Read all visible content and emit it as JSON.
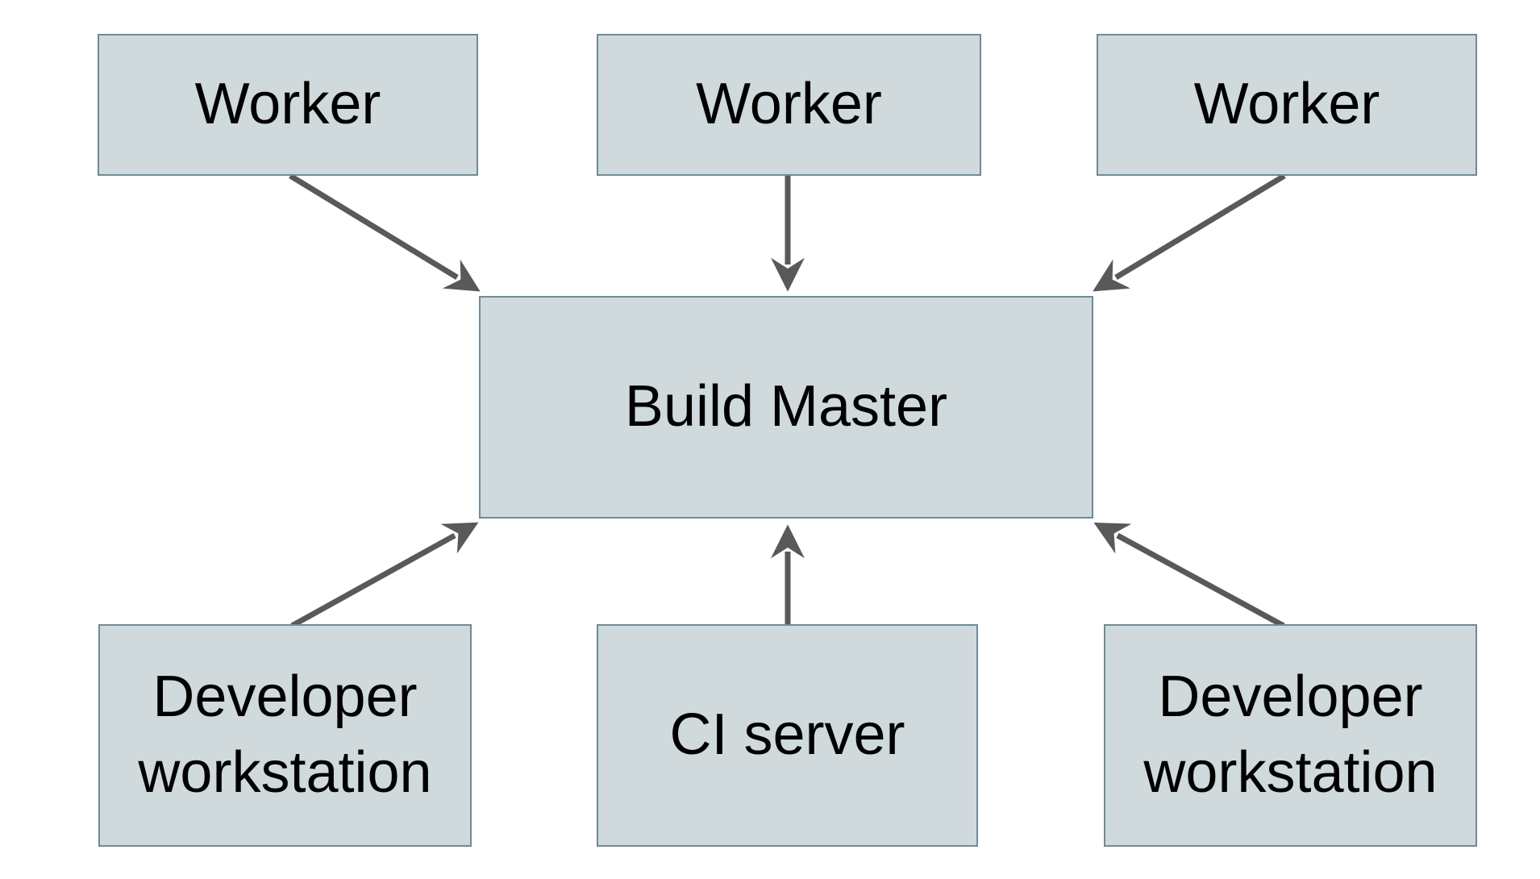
{
  "diagram": {
    "description": "Build system architecture diagram: three Workers feed into a Build Master; two Developer workstations and a CI server feed into the Build Master.",
    "colors": {
      "background": "#ffffff",
      "node_fill": "#d0d9db",
      "node_border": "#6e8b99",
      "arrow": "#595959",
      "text": "#000000"
    },
    "nodes": [
      {
        "id": "worker-1",
        "label": "Worker"
      },
      {
        "id": "worker-2",
        "label": "Worker"
      },
      {
        "id": "worker-3",
        "label": "Worker"
      },
      {
        "id": "build-master",
        "label": "Build Master"
      },
      {
        "id": "developer-workstation-left",
        "label": "Developer workstation"
      },
      {
        "id": "ci-server",
        "label": "CI server"
      },
      {
        "id": "developer-workstation-right",
        "label": "Developer workstation"
      }
    ],
    "edges": [
      {
        "from": "worker-1",
        "to": "build-master"
      },
      {
        "from": "worker-2",
        "to": "build-master"
      },
      {
        "from": "worker-3",
        "to": "build-master"
      },
      {
        "from": "developer-workstation-left",
        "to": "build-master"
      },
      {
        "from": "ci-server",
        "to": "build-master"
      },
      {
        "from": "developer-workstation-right",
        "to": "build-master"
      }
    ]
  }
}
